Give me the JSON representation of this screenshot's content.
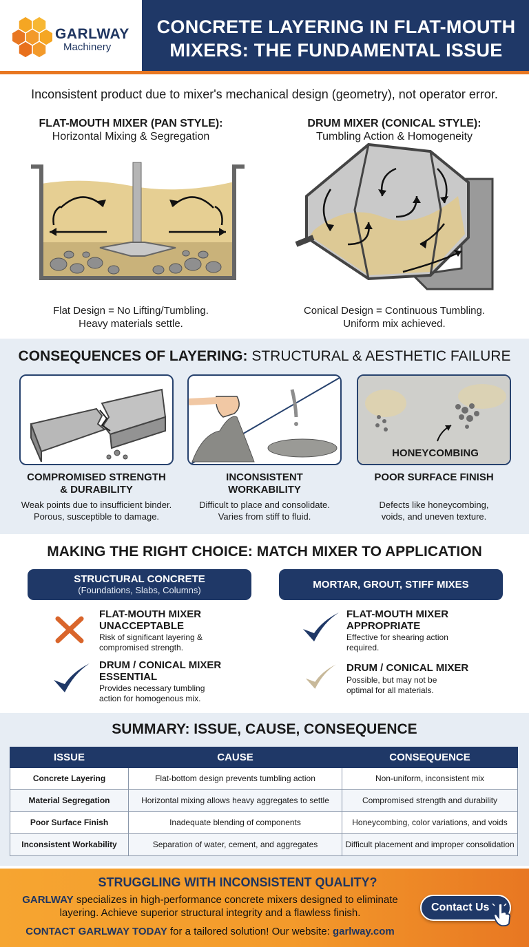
{
  "brand": {
    "name": "GARLWAY",
    "sub": "Machinery",
    "orange": "#e87722",
    "navy": "#1f3867"
  },
  "header": {
    "title": "CONCRETE LAYERING IN FLAT-MOUTH MIXERS: THE FUNDAMENTAL ISSUE"
  },
  "intro": "Inconsistent product due to mixer's mechanical design (geometry), not operator error.",
  "flat_mixer": {
    "title": "FLAT-MOUTH MIXER (PAN STYLE):",
    "subtitle": "Horizontal Mixing & Segregation",
    "caption1": "Flat Design = No Lifting/Tumbling.",
    "caption2": "Heavy materials settle."
  },
  "drum_mixer": {
    "title": "DRUM MIXER (CONICAL STYLE):",
    "subtitle": "Tumbling Action & Homogeneity",
    "caption1": "Conical Design = Continuous Tumbling.",
    "caption2": "Uniform mix achieved."
  },
  "consequences": {
    "title_bold": "CONSEQUENCES OF LAYERING:",
    "title_rest": "STRUCTURAL & AESTHETIC FAILURE",
    "items": [
      {
        "heading1": "COMPROMISED STRENGTH",
        "heading2": "& DURABILITY",
        "text1": "Weak points due to insufficient binder.",
        "text2": "Porous, susceptible to damage."
      },
      {
        "heading1": "INCONSISTENT",
        "heading2": "WORKABILITY",
        "text1": "Difficult to place and consolidate.",
        "text2": "Varies from stiff to fluid."
      },
      {
        "heading1": "POOR SURFACE FINISH",
        "heading2": "",
        "text1": "Defects like honeycombing,",
        "text2": "voids, and uneven texture.",
        "image_label": "HONEYCOMBING"
      }
    ]
  },
  "choice": {
    "title": "MAKING THE RIGHT CHOICE: MATCH MIXER TO APPLICATION",
    "structural": {
      "label": "STRUCTURAL CONCRETE",
      "sub": "(Foundations, Slabs, Columns)",
      "options": [
        {
          "h1": "FLAT-MOUTH MIXER",
          "h2": "UNACCEPTABLE",
          "t1": "Risk of significant layering &",
          "t2": "compromised strength.",
          "icon": "x-icon"
        },
        {
          "h1": "DRUM / CONICAL MIXER",
          "h2": "ESSENTIAL",
          "t1": "Provides necessary tumbling",
          "t2": "action for homogenous mix.",
          "icon": "check-icon"
        }
      ]
    },
    "mortar": {
      "label": "MORTAR, GROUT, STIFF MIXES",
      "options": [
        {
          "h1": "FLAT-MOUTH MIXER",
          "h2": "APPROPRIATE",
          "t1": "Effective for shearing action",
          "t2": "required.",
          "icon": "check-icon"
        },
        {
          "h1": "DRUM / CONICAL MIXER",
          "h2": "",
          "t1": "Possible, but may not be",
          "t2": "optimal for all materials.",
          "icon": "faded-check-icon"
        }
      ]
    }
  },
  "summary": {
    "title": "SUMMARY: ISSUE, CAUSE, CONSEQUENCE",
    "columns": [
      "ISSUE",
      "CAUSE",
      "CONSEQUENCE"
    ],
    "rows": [
      [
        "Concrete Layering",
        "Flat-bottom design prevents tumbling action",
        "Non-uniform, inconsistent mix"
      ],
      [
        "Material Segregation",
        "Horizontal mixing allows heavy aggregates to settle",
        "Compromised strength and durability"
      ],
      [
        "Poor Surface Finish",
        "Inadequate blending of components",
        "Honeycombing, color variations, and voids"
      ],
      [
        "Inconsistent Workability",
        "Separation of water, cement, and aggregates",
        "Difficult placement and improper consolidation"
      ]
    ]
  },
  "cta": {
    "title": "STRUGGLING WITH INCONSISTENT QUALITY?",
    "brand": "GARLWAY",
    "text1": " specializes in high-performance concrete mixers designed to eliminate",
    "text2": "layering. Achieve superior structural integrity and a flawless finish.",
    "foot_bold": "CONTACT GARLWAY TODAY",
    "foot_mid": " for a tailored solution! Our website: ",
    "website": "garlway.com",
    "button": "Contact Us"
  }
}
